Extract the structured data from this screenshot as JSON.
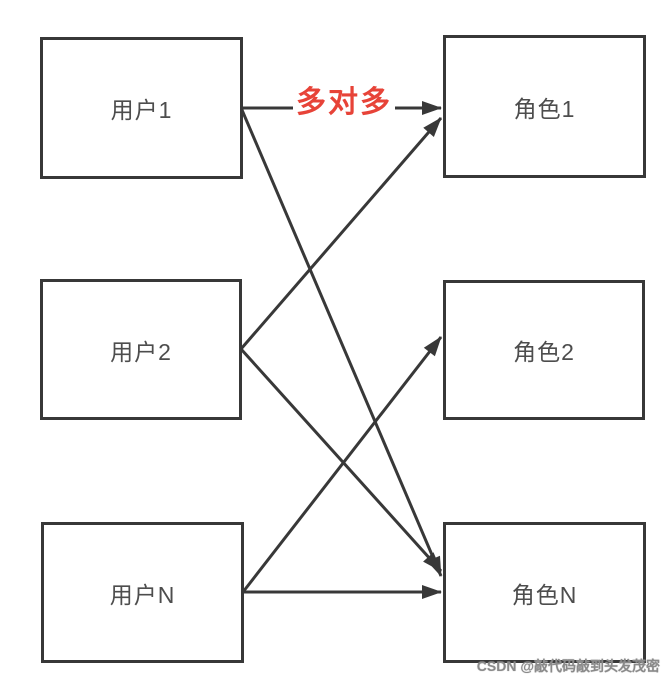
{
  "diagram": {
    "type": "many-to-many-relationship",
    "relation_label": {
      "text": "多对多",
      "color": "#e74338"
    },
    "nodes": [
      {
        "id": "user1",
        "label": "用户1"
      },
      {
        "id": "user2",
        "label": "用户2"
      },
      {
        "id": "userN",
        "label": "用户N"
      },
      {
        "id": "role1",
        "label": "角色1"
      },
      {
        "id": "role2",
        "label": "角色2"
      },
      {
        "id": "roleN",
        "label": "角色N"
      }
    ],
    "edges": [
      {
        "from": "user1",
        "to": "role1",
        "label": "多对多"
      },
      {
        "from": "user1",
        "to": "roleN",
        "label": ""
      },
      {
        "from": "user2",
        "to": "role1",
        "label": ""
      },
      {
        "from": "user2",
        "to": "roleN",
        "label": ""
      },
      {
        "from": "userN",
        "to": "role2",
        "label": ""
      },
      {
        "from": "userN",
        "to": "roleN",
        "label": ""
      }
    ],
    "colors": {
      "box_border": "#383838",
      "edge_stroke": "#383838",
      "node_text": "#4d4d4d",
      "relation_label": "#e74338",
      "background": "#ffffff"
    }
  },
  "watermark": {
    "text": "CSDN @敲代码敲到头发茂密"
  }
}
